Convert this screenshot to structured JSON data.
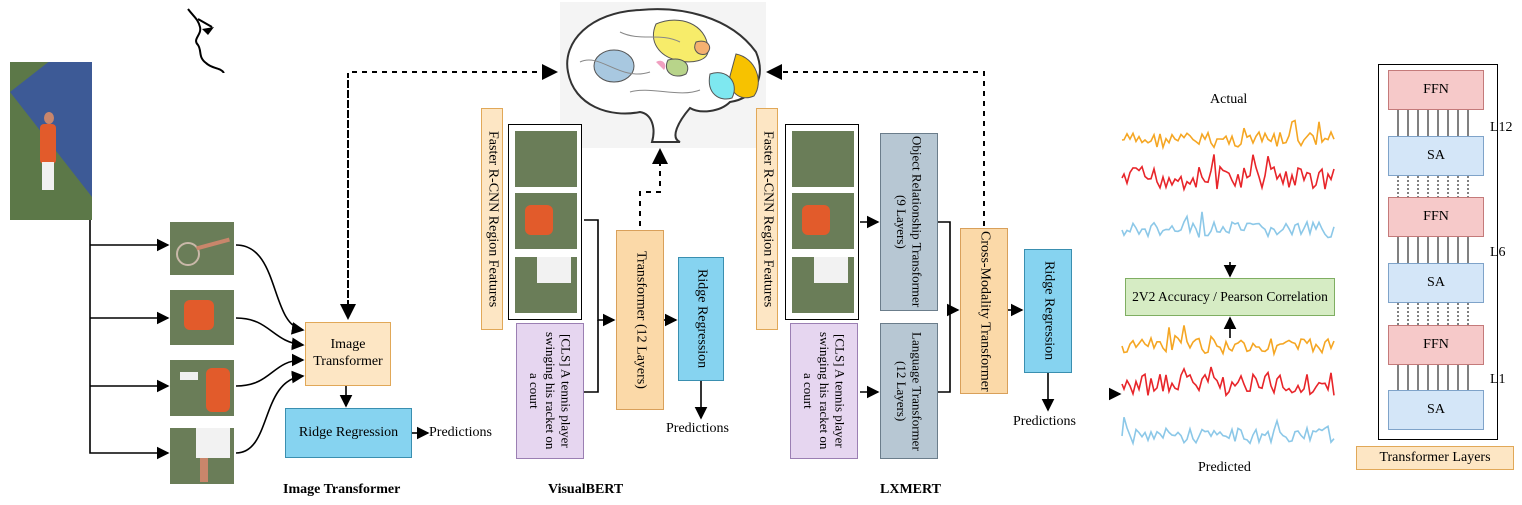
{
  "image_transformer": {
    "box_label": "Image Transformer",
    "ridge_label": "Ridge Regression",
    "predictions": "Predictions",
    "caption": "Image Transformer"
  },
  "visualbert": {
    "region_features": "Faster R-CNN Region Features",
    "caption_text": "[CLS] A tennis player swinging his racket on a court",
    "transformer": "Transformer (12 Layers)",
    "ridge": "Ridge Regression",
    "predictions": "Predictions",
    "caption": "VisualBERT"
  },
  "lxmert": {
    "region_features": "Faster R-CNN Region Features",
    "object_transformer": "Object Relationship Transformer (9 Layers)",
    "caption_text": "[CLS] A tennis player swinging his racket on a court",
    "language_transformer": "Language Transformer (12 Layers)",
    "cross_modality": "Cross-Modality Transformer",
    "ridge": "Ridge Regression",
    "predictions": "Predictions",
    "caption": "LXMERT"
  },
  "evaluation": {
    "actual": "Actual",
    "metric": "2V2 Accuracy / Pearson Correlation",
    "predicted": "Predicted"
  },
  "stack": {
    "blocks": [
      "FFN",
      "SA",
      "FFN",
      "SA",
      "FFN",
      "SA"
    ],
    "layer_labels": [
      "L12",
      "L6",
      "L1"
    ],
    "caption": "Transformer Layers"
  },
  "colors": {
    "signal_orange": "#f5a623",
    "signal_red": "#e8252a",
    "signal_blue": "#8cc8e8",
    "court_blue": "#3d5a96",
    "court_green": "#5c7848"
  }
}
